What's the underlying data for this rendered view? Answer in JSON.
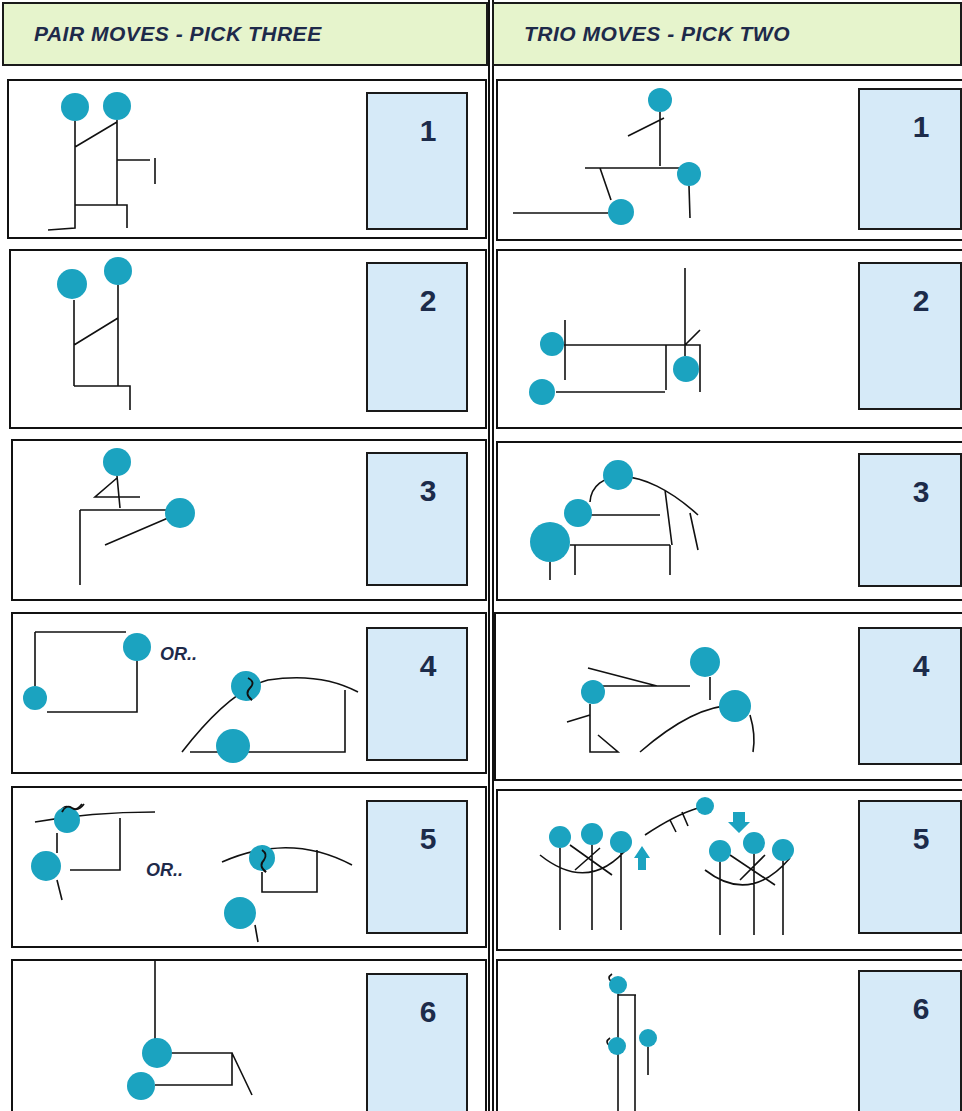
{
  "diagram": {
    "nodes": [
      {
        "text": [
          "PAIR MOVES - PICK THREE"
        ]
      },
      {
        "text": [
          "TRIO MOVES - PICK TWO"
        ]
      },
      {
        "text": [
          "1"
        ]
      },
      {
        "text": [
          "1"
        ]
      },
      {
        "text": [
          "2"
        ]
      },
      {
        "text": [
          "2"
        ]
      },
      {
        "text": [
          "3"
        ]
      },
      {
        "text": [
          "3"
        ]
      },
      {
        "text": [
          "4"
        ]
      },
      {
        "text": [
          "4"
        ]
      },
      {
        "text": [
          "5"
        ]
      },
      {
        "text": [
          "5"
        ]
      },
      {
        "text": [
          "6"
        ]
      },
      {
        "text": [
          "6"
        ]
      }
    ],
    "labels": [
      "OR..",
      "OR.."
    ]
  }
}
